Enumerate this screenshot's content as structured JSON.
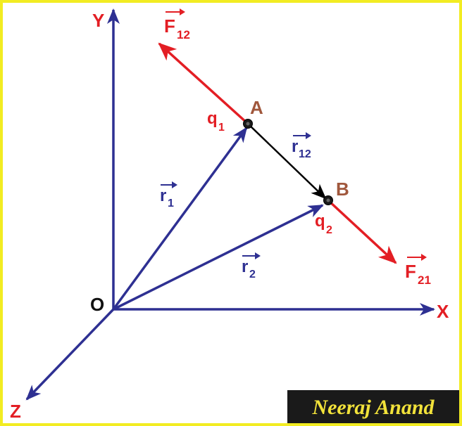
{
  "colors": {
    "border": "#f2ec22",
    "axis": "#2e3092",
    "force": "#e31e24",
    "point": "#a0573c",
    "charge": "#e31e24",
    "vector_r12": "#000000",
    "signature_bg": "#1a1a1a",
    "signature_text": "#f2e23a"
  },
  "axes": {
    "x_label": "X",
    "y_label": "Y",
    "z_label": "Z",
    "origin_label": "O"
  },
  "points": {
    "a_label": "A",
    "b_label": "B"
  },
  "charges": {
    "q1_main": "q",
    "q1_sub": "1",
    "q2_main": "q",
    "q2_sub": "2"
  },
  "vectors": {
    "r1_main": "r",
    "r1_sub": "1",
    "r2_main": "r",
    "r2_sub": "2",
    "r12_main": "r",
    "r12_sub": "12",
    "f12_main": "F",
    "f12_sub": "12",
    "f21_main": "F",
    "f21_sub": "21"
  },
  "signature": "Neeraj Anand",
  "icons": {
    "arrowhead": "arrowhead-icon",
    "dot": "point-dot-icon"
  }
}
